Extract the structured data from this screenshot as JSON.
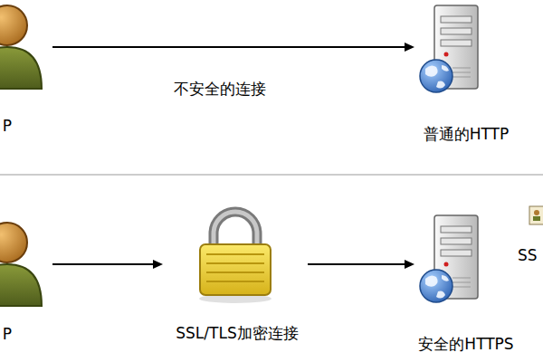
{
  "diagram": {
    "nodes": [
      {
        "text": [
          "P"
        ]
      },
      {
        "text": [
          "普通的HTTP"
        ]
      },
      {
        "text": [
          "P"
        ]
      },
      {
        "text": [
          "SSL/TLS加密连接"
        ]
      },
      {
        "text": [
          "安全的HTTPS"
        ]
      }
    ],
    "edges": [
      {
        "from": 0,
        "to": 1,
        "arrow": "to",
        "label": "不安全的连接"
      },
      {
        "from": 2,
        "to": 3,
        "arrow": "to"
      },
      {
        "from": 3,
        "to": 4,
        "arrow": "to"
      }
    ],
    "labels": [
      "SS"
    ]
  }
}
